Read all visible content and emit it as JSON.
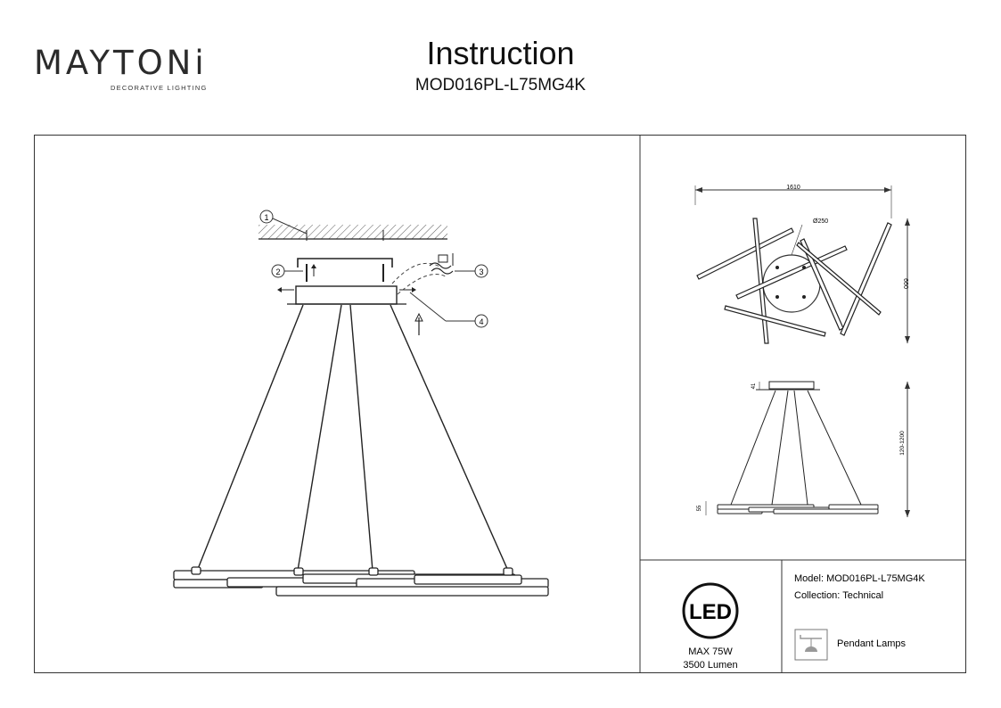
{
  "header": {
    "brand": "MAYTONi",
    "brand_tagline": "DECORATIVE LIGHTING",
    "title": "Instruction",
    "model": "MOD016PL-L75MG4K"
  },
  "diagram": {
    "callouts": [
      "1",
      "2",
      "3",
      "4"
    ]
  },
  "dimensions": {
    "width": "1610",
    "diameter": "Ø250",
    "depth": "660",
    "base_height": "41",
    "suspension": "120-1200",
    "panel_height": "55"
  },
  "specs": {
    "led_badge": "LED",
    "max_power": "MAX 75W",
    "lumen": "3500 Lumen",
    "model_line": "Model: MOD016PL-L75MG4K",
    "collection_line": "Collection: Technical",
    "category": "Pendant Lamps"
  },
  "icons": {
    "category_icon": "pendant-lamp-icon"
  }
}
